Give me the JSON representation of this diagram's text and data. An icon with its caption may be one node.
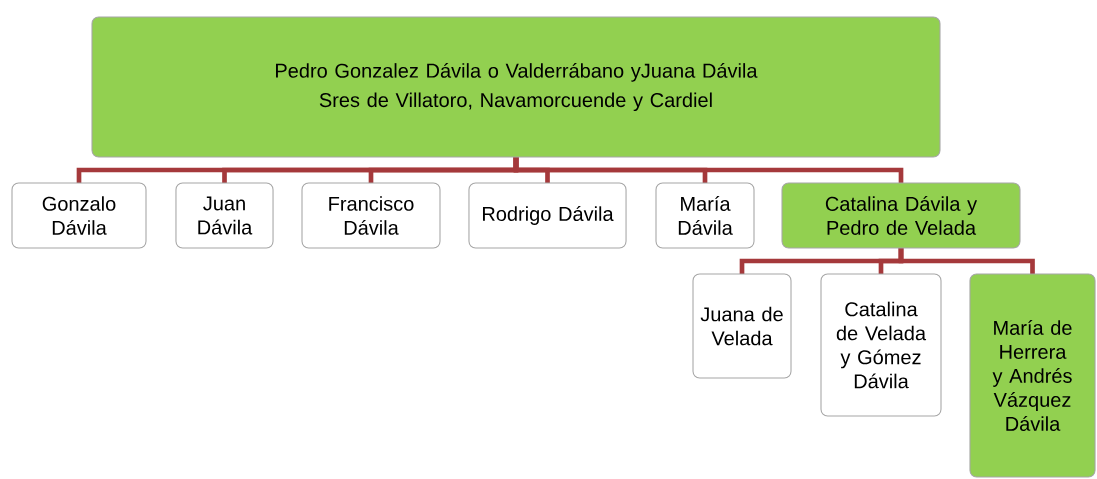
{
  "diagram": {
    "nodes": [
      {
        "text": [
          "Pedro Gonzalez Dávila o Valderrábano yJuana Dávila",
          "Sres de Villatoro, Navamorcuende y Cardiel"
        ]
      },
      {
        "text": [
          "Gonzalo Dávila"
        ]
      },
      {
        "text": [
          "Juan Dávila"
        ]
      },
      {
        "text": [
          "Francisco Dávila"
        ]
      },
      {
        "text": [
          "Rodrigo Dávila"
        ]
      },
      {
        "text": [
          "María Dávila"
        ]
      },
      {
        "text": [
          "Catalina Dávila y Pedro de Velada"
        ]
      },
      {
        "text": [
          "Juana de Velada"
        ]
      },
      {
        "text": [
          "Catalina de Velada y Gómez Dávila"
        ]
      },
      {
        "text": [
          "María de Herrera y Andrés Vázquez Dávila"
        ]
      }
    ],
    "edges": [
      {
        "from": 0,
        "to": 1,
        "arrow": "none"
      },
      {
        "from": 0,
        "to": 2,
        "arrow": "none"
      },
      {
        "from": 0,
        "to": 3,
        "arrow": "none"
      },
      {
        "from": 0,
        "to": 4,
        "arrow": "none"
      },
      {
        "from": 0,
        "to": 5,
        "arrow": "none"
      },
      {
        "from": 0,
        "to": 6,
        "arrow": "none"
      },
      {
        "from": 6,
        "to": 7,
        "arrow": "none"
      },
      {
        "from": 6,
        "to": 8,
        "arrow": "none"
      },
      {
        "from": 6,
        "to": 9,
        "arrow": "none"
      }
    ]
  }
}
